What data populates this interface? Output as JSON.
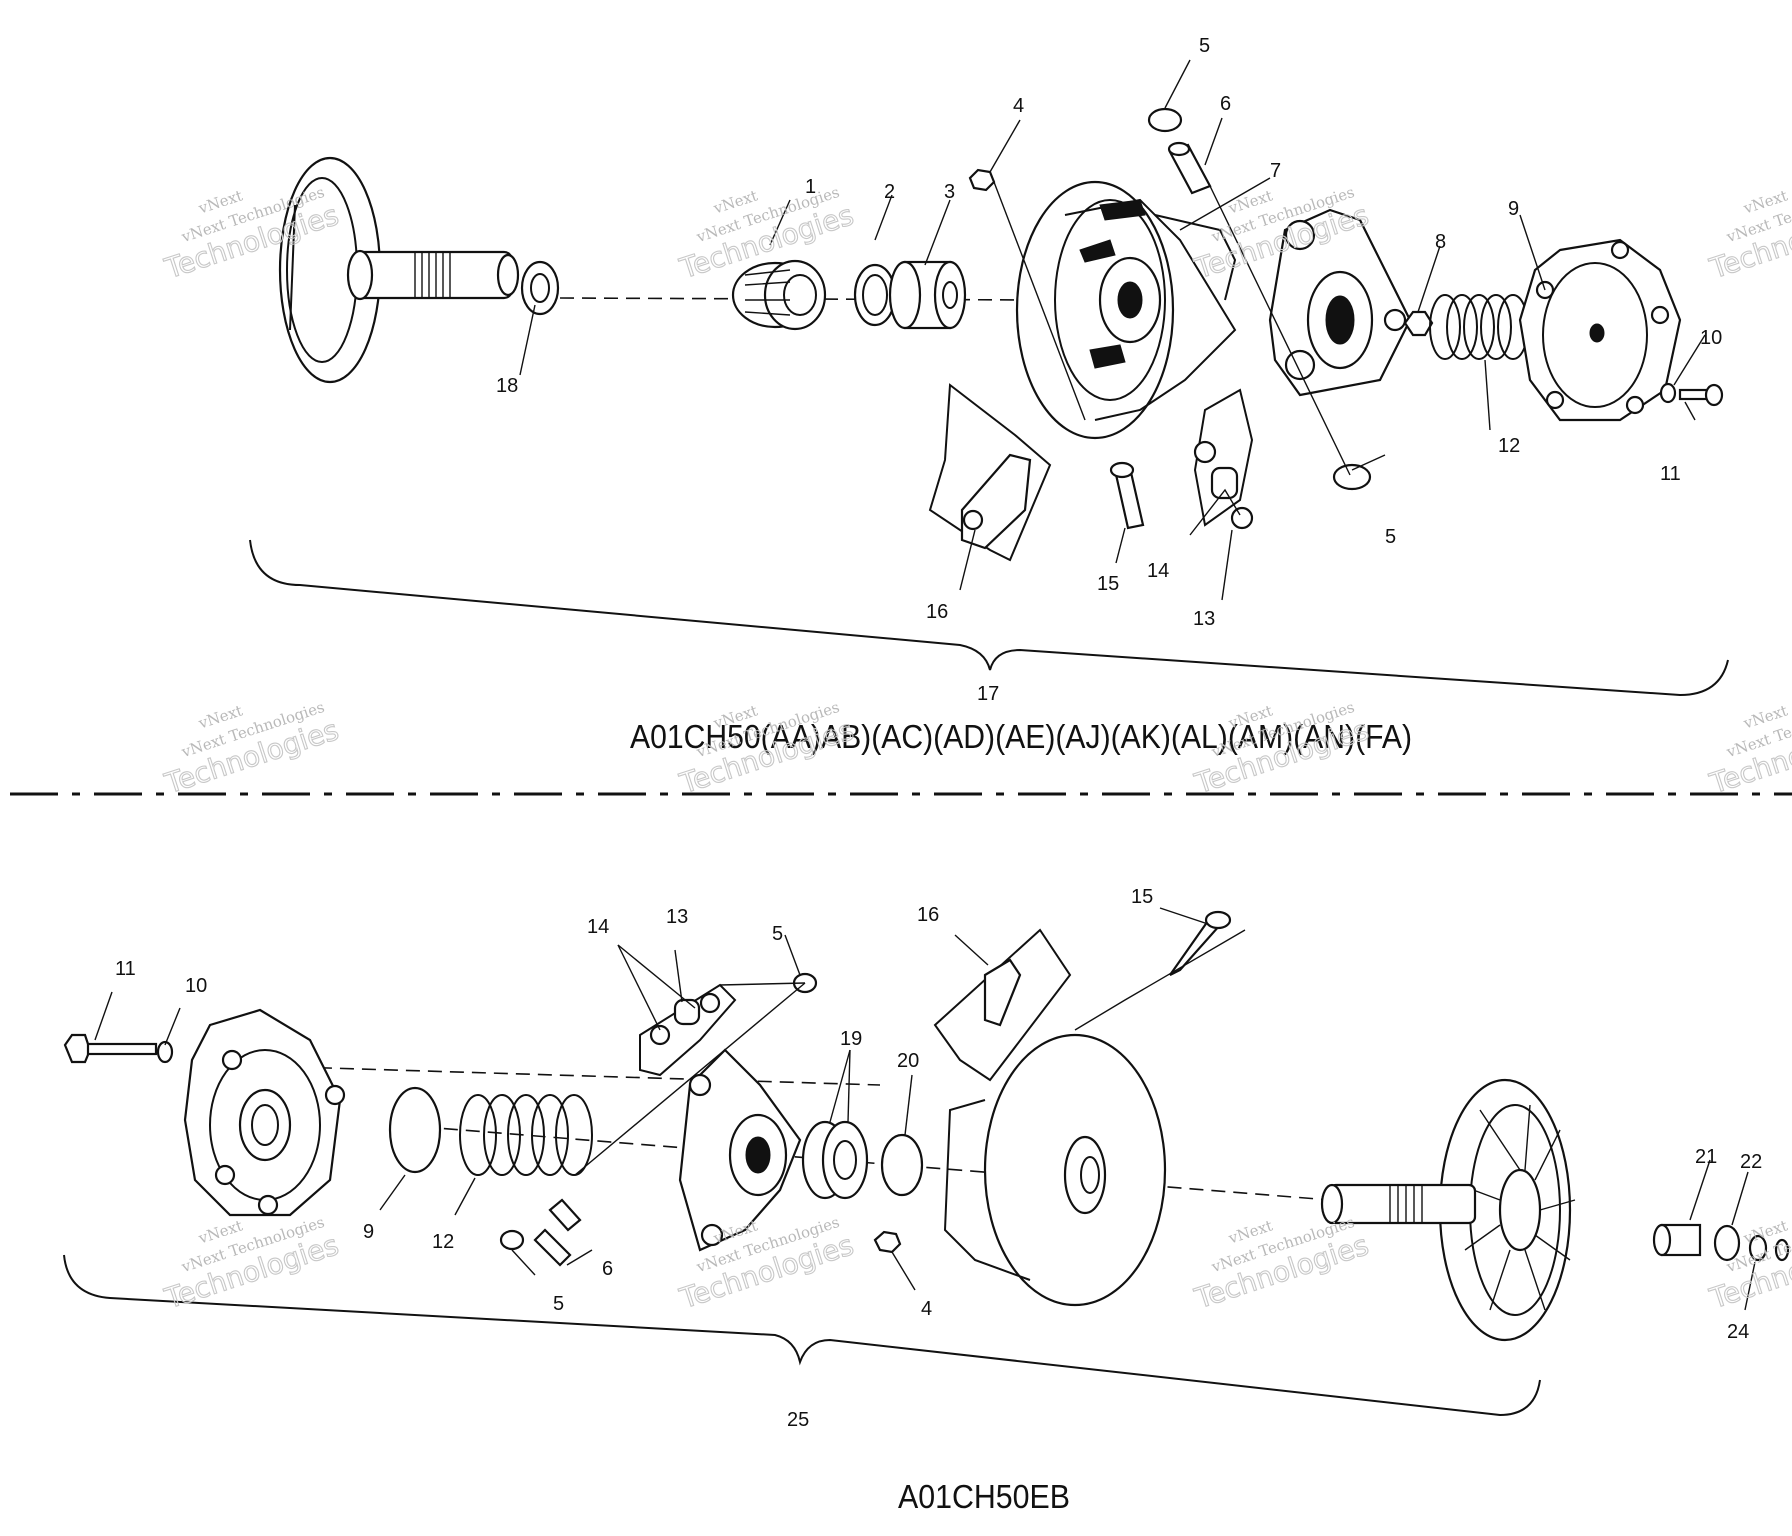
{
  "top_assembly": {
    "title": "A01CH50(AA)AB)(AC)(AD)(AE)(AJ)(AK)(AL)(AM)(AN)(FA)",
    "callouts": [
      "1",
      "2",
      "3",
      "4",
      "5",
      "6",
      "7",
      "8",
      "9",
      "10",
      "11",
      "12",
      "13",
      "14",
      "15",
      "16",
      "17",
      "18",
      "5"
    ]
  },
  "bottom_assembly": {
    "title": "A01CH50EB",
    "callouts": [
      "11",
      "10",
      "14",
      "13",
      "5",
      "16",
      "15",
      "19",
      "20",
      "21",
      "22",
      "9",
      "12",
      "6",
      "5",
      "4",
      "24",
      "25"
    ]
  },
  "watermark": {
    "line1": "vNext",
    "line2": "vNext Technologies",
    "line3": "Technologies"
  }
}
